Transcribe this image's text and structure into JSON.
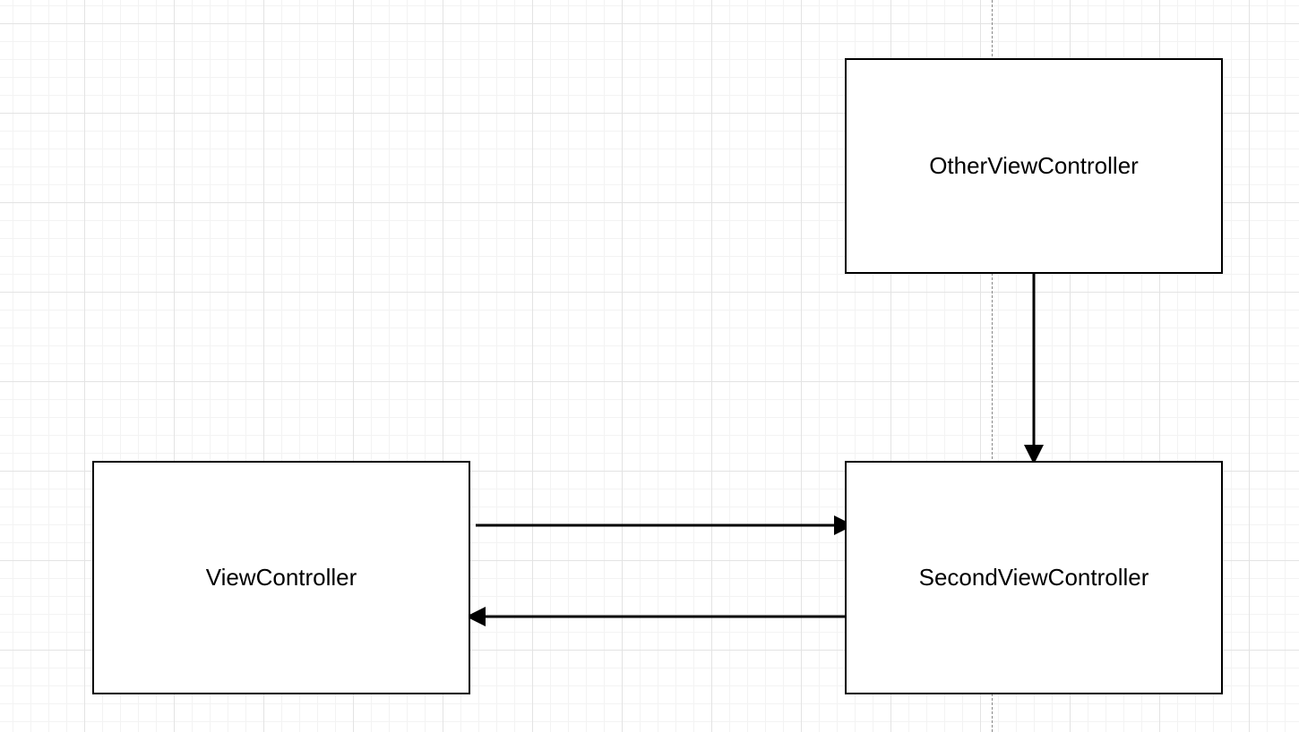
{
  "nodes": {
    "other": {
      "label": "OtherViewController"
    },
    "view": {
      "label": "ViewController"
    },
    "second": {
      "label": "SecondViewController"
    }
  },
  "edges": [
    {
      "from": "other",
      "to": "second"
    },
    {
      "from": "view",
      "to": "second"
    },
    {
      "from": "second",
      "to": "view"
    }
  ],
  "colors": {
    "stroke": "#000000",
    "node_fill": "#ffffff",
    "grid": "#e3e3e3"
  }
}
